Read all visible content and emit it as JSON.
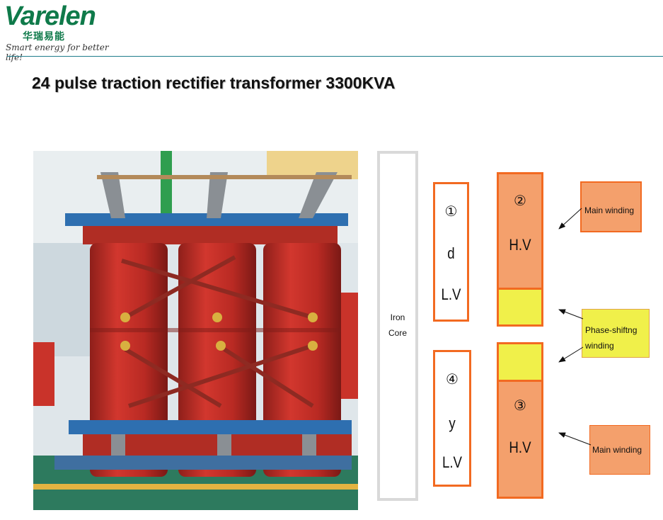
{
  "header": {
    "logo_word": "Varelen",
    "logo_cn": "华瑞易能",
    "logo_slogan": "Smart energy for better life!"
  },
  "title": "24 pulse traction rectifier transformer 3300KVA",
  "diagram": {
    "iron_core": [
      "Iron",
      "Core"
    ],
    "lv_top": {
      "number": "①",
      "connection": "d",
      "label": "L.V"
    },
    "lv_bottom": {
      "number": "④",
      "connection": "y",
      "label": "L.V"
    },
    "hv_top": {
      "number": "②",
      "label": "H.V"
    },
    "hv_bottom": {
      "number": "③",
      "label": "H.V"
    },
    "callouts": {
      "main_winding_top": "Main winding",
      "phase_shifting": [
        "Phase-shiftng",
        "winding"
      ],
      "main_winding_bottom": "Main winding"
    }
  },
  "colors": {
    "brand_green": "#0f7a4a",
    "winding_orange": "#f26a21",
    "hv_fill": "#f4a06c",
    "phase_shift_yellow": "#f0f04a",
    "transformer_red": "#c0302a"
  },
  "icons": [
    "varelen-logo",
    "transformer-photo",
    "arrow-icon"
  ]
}
